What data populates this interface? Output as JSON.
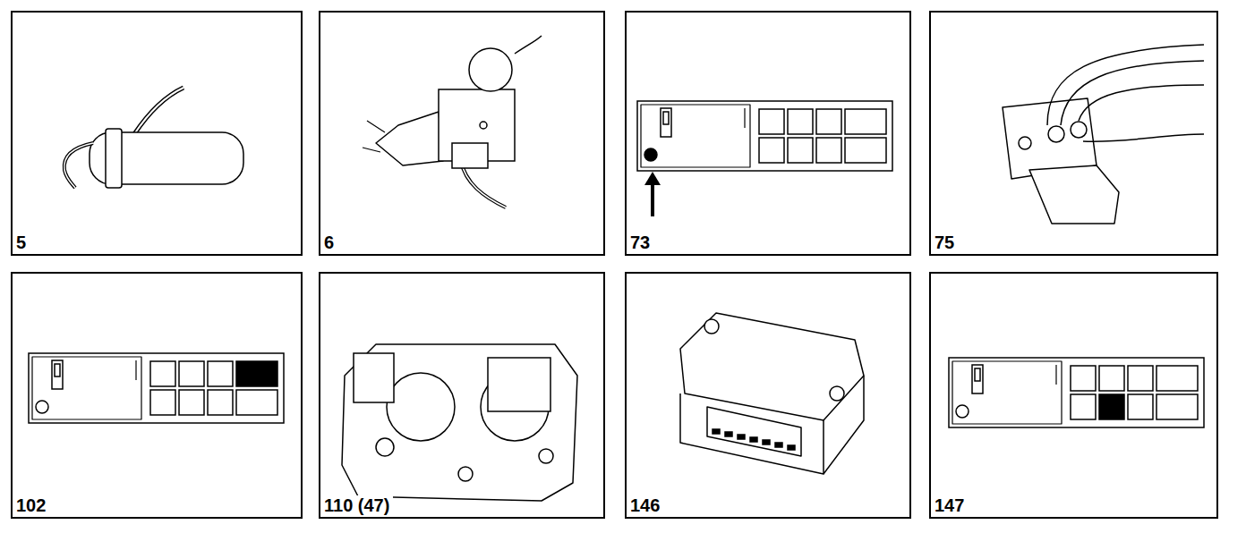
{
  "diagram": {
    "nodes": [
      {
        "text": [
          "5"
        ]
      },
      {
        "text": [
          "6"
        ]
      },
      {
        "text": [
          "73"
        ]
      },
      {
        "text": [
          "75"
        ]
      },
      {
        "text": [
          "102"
        ]
      },
      {
        "text": [
          "110 (47)"
        ]
      },
      {
        "text": [
          "146"
        ]
      },
      {
        "text": [
          "147"
        ]
      }
    ]
  }
}
